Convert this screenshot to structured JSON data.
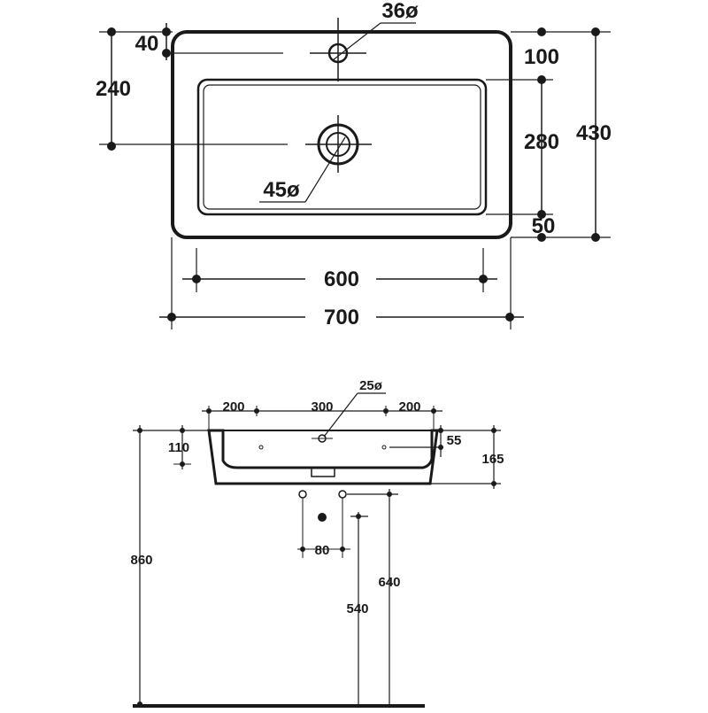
{
  "top_view": {
    "dims": {
      "hole_tap": "36ø",
      "tap_offset": "40",
      "drain_offset": "240",
      "rim_back": "100",
      "basin_depth": "280",
      "overall_depth": "430",
      "drain": "45ø",
      "rim_front": "50",
      "basin_width": "600",
      "overall_width": "700"
    }
  },
  "side_view": {
    "dims": {
      "left_200": "200",
      "center_300": "300",
      "right_200": "200",
      "overflow": "25ø",
      "bowl_110": "110",
      "rim_55": "55",
      "height_165": "165",
      "floor_860": "860",
      "pipe_80": "80",
      "h_640": "640",
      "h_540": "540"
    }
  },
  "colors": {
    "line": "#1a1a1a",
    "background": "#ffffff"
  }
}
